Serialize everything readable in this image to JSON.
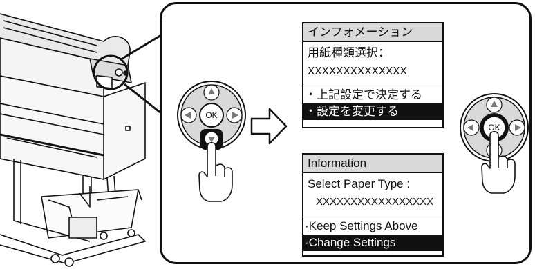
{
  "japanese_screen": {
    "title": "インフォメーション",
    "prompt": "用紙種類選択：",
    "value": "XXXXXXXXXXXXXX",
    "option_keep": "・上記設定で決定する",
    "option_change": "・設定を変更する"
  },
  "english_screen": {
    "title": "Information",
    "prompt": "Select Paper Type :",
    "value": "XXXXXXXXXXXXXXXXX",
    "option_keep": "·Keep Settings Above",
    "option_change": "·Change Settings"
  },
  "control_pad_left": {
    "ok_label": "OK",
    "pressed_button": "down"
  },
  "control_pad_right": {
    "ok_label": "OK",
    "pressed_button": "ok"
  },
  "icons": [
    "printer-illustration",
    "arrow-right-icon",
    "hand-pointer-icon"
  ]
}
